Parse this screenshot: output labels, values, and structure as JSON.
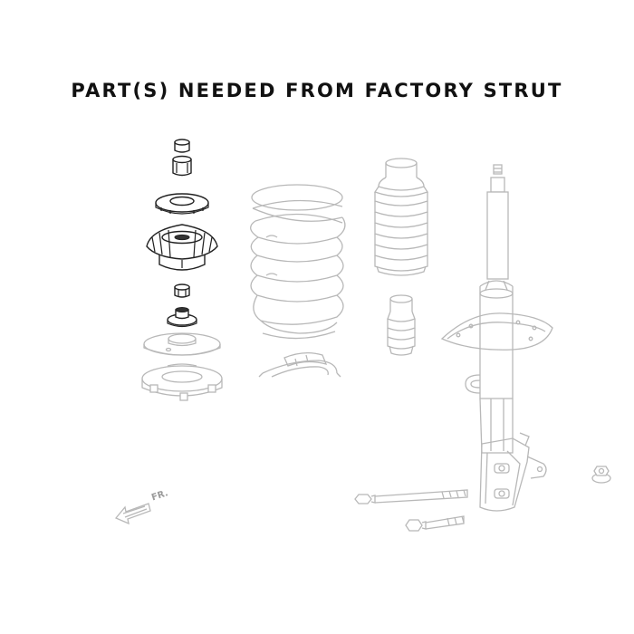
{
  "title": "PART(S) NEEDED FROM FACTORY STRUT",
  "front_label": "FR.",
  "colors": {
    "highlight_parts": "#222222",
    "ghost_parts": "#b8b8b8",
    "title": "#111111",
    "background": "#ffffff"
  },
  "diagram": {
    "highlighted_components": [
      "bump-stop-cap",
      "bump-stop-bushing",
      "bearing-ring",
      "upper-strut-mount",
      "mount-nut",
      "lower-insulator"
    ],
    "ghosted_components": [
      "spring-seat-plate",
      "spring-seat-base",
      "coil-spring",
      "lower-spring-pad",
      "dust-boot",
      "bump-stop",
      "strut-assembly",
      "long-bolt",
      "short-bolt",
      "flange-nut",
      "front-arrow"
    ]
  }
}
